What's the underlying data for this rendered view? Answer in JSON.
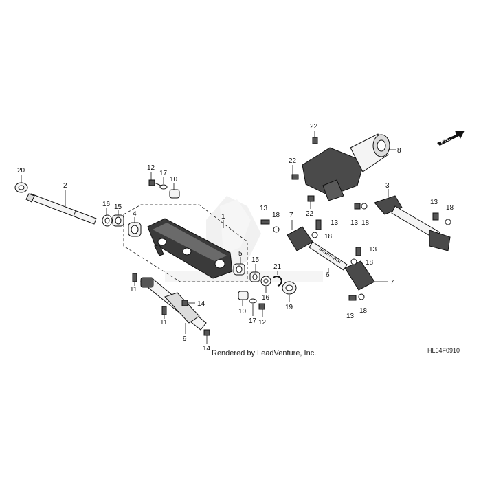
{
  "callouts": {
    "c1": "1",
    "c2": "2",
    "c3": "3",
    "c4": "4",
    "c5": "5",
    "c6": "6",
    "c7a": "7",
    "c7b": "7",
    "c8": "8",
    "c9": "9",
    "c10a": "10",
    "c10b": "10",
    "c11a": "11",
    "c11b": "11",
    "c12a": "12",
    "c12b": "12",
    "c13a": "13",
    "c13b": "13",
    "c13c": "13",
    "c13d": "13",
    "c13e": "13",
    "c13f": "13",
    "c14a": "14",
    "c14b": "14",
    "c15a": "15",
    "c15b": "15",
    "c16a": "16",
    "c16b": "16",
    "c17a": "17",
    "c17b": "17",
    "c18a": "18",
    "c18b": "18",
    "c18c": "18",
    "c18d": "18",
    "c18e": "18",
    "c18f": "18",
    "c19": "19",
    "c20": "20",
    "c21": "21",
    "c22a": "22",
    "c22b": "22",
    "c22c": "22"
  },
  "direction_marker": "FR.",
  "footer": {
    "rendered_by": "Rendered by LeadVenture, Inc.",
    "diagram_code": "HL64F0910"
  },
  "colors": {
    "line": "#111111",
    "watermark": "#c8c8c8",
    "part_fill": "#f4f4f4",
    "dark_part": "#3a3a3a"
  }
}
